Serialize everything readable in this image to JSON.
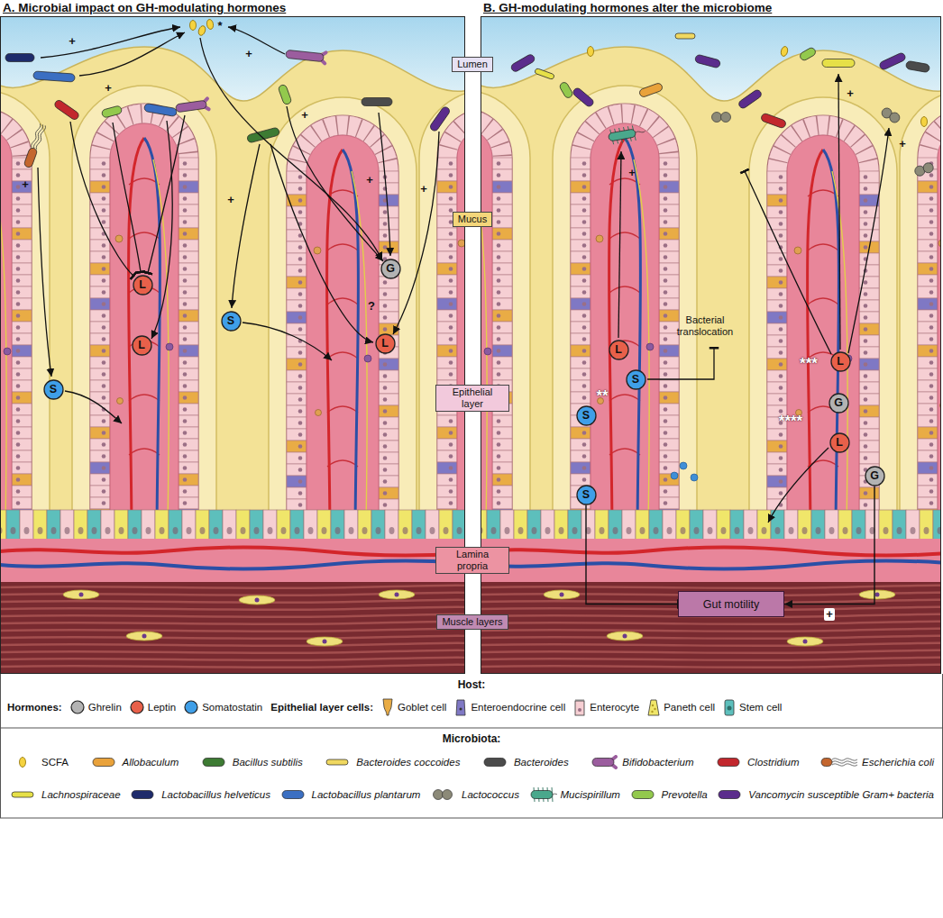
{
  "diagram": {
    "nodes": [
      {
        "text": [
          "A. Microbial impact on GH-modulating hormones"
        ]
      },
      {
        "text": [
          "B. GH-modulating hormones alter the microbiome"
        ]
      },
      {
        "text": [
          "Lumen"
        ]
      },
      {
        "text": [
          "Mucus"
        ]
      },
      {
        "text": [
          "Epithelial layer"
        ]
      },
      {
        "text": [
          "Lamina propria"
        ]
      },
      {
        "text": [
          "Muscle layers"
        ]
      },
      {
        "text": [
          "L"
        ],
        "in": 0
      },
      {
        "text": [
          "L"
        ],
        "in": 0
      },
      {
        "text": [
          "S"
        ],
        "in": 0
      },
      {
        "text": [
          "S"
        ],
        "in": 0
      },
      {
        "text": [
          "G"
        ],
        "in": 0
      },
      {
        "text": [
          "L"
        ],
        "in": 0
      },
      {
        "text": [
          "L"
        ],
        "in": 1
      },
      {
        "text": [
          "S"
        ],
        "in": 1
      },
      {
        "text": [
          "S"
        ],
        "in": 1
      },
      {
        "text": [
          "S"
        ],
        "in": 1
      },
      {
        "text": [
          "L"
        ],
        "in": 1
      },
      {
        "text": [
          "G"
        ],
        "in": 1
      },
      {
        "text": [
          "L"
        ],
        "in": 1
      },
      {
        "text": [
          "G"
        ],
        "in": 1
      },
      {
        "text": [
          "Gut motility"
        ],
        "in": 1
      }
    ],
    "edges": [
      {
        "from": 16,
        "to": 21,
        "arrow": "to"
      },
      {
        "from": 20,
        "to": 21,
        "label": "+",
        "arrow": "to"
      }
    ],
    "labels": [
      "*",
      "?",
      "+",
      "+",
      "+",
      "+",
      "+",
      "+",
      "+",
      "+",
      "+",
      "+",
      "+",
      "**",
      "***",
      "****",
      "Bacterial translocation",
      "Host:",
      "Hormones:",
      "Epithelial layer cells:",
      "Microbiota:"
    ],
    "legend": [
      {
        "text": "Ghrelin",
        "color": "#b3b3b3"
      },
      {
        "text": "Leptin",
        "color": "#e8604a"
      },
      {
        "text": "Somatostatin",
        "color": "#3f9fe8"
      },
      {
        "text": "Goblet cell",
        "color": "#e9ac45"
      },
      {
        "text": "Enteroendocrine cell",
        "color": "#7f78c4"
      },
      {
        "text": "Enterocyte",
        "color": "#f6cfd3"
      },
      {
        "text": "Paneth cell",
        "color": "#f0e66a"
      },
      {
        "text": "Stem cell",
        "color": "#5dbfbc"
      },
      {
        "text": "SCFA",
        "color": "#f5d340"
      },
      {
        "text": "Allobaculum",
        "color": "#e9a23b"
      },
      {
        "text": "Bacillus subtilis",
        "color": "#3d7b33"
      },
      {
        "text": "Bacteroides coccoides",
        "color": "#f0d860"
      },
      {
        "text": "Bacteroides",
        "color": "#4b4b4b"
      },
      {
        "text": "Bifidobacterium",
        "color": "#9b5d9e"
      },
      {
        "text": "Clostridium",
        "color": "#c2272d"
      },
      {
        "text": "Escherichia coli",
        "color": "#c4662e"
      },
      {
        "text": "Lachnospiraceae",
        "color": "#e6e048"
      },
      {
        "text": "Lactobacillus helveticus",
        "color": "#1e2b6b"
      },
      {
        "text": "Lactobacillus plantarum",
        "color": "#3b6fc2"
      },
      {
        "text": "Lactococcus",
        "color": "#8c8a78"
      },
      {
        "text": "Mucispirillum",
        "color": "#4aa88c"
      },
      {
        "text": "Prevotella",
        "color": "#93c94d"
      },
      {
        "text": "Vancomycin susceptible Gram+ bacteria",
        "color": "#5b2c8c"
      }
    ]
  }
}
